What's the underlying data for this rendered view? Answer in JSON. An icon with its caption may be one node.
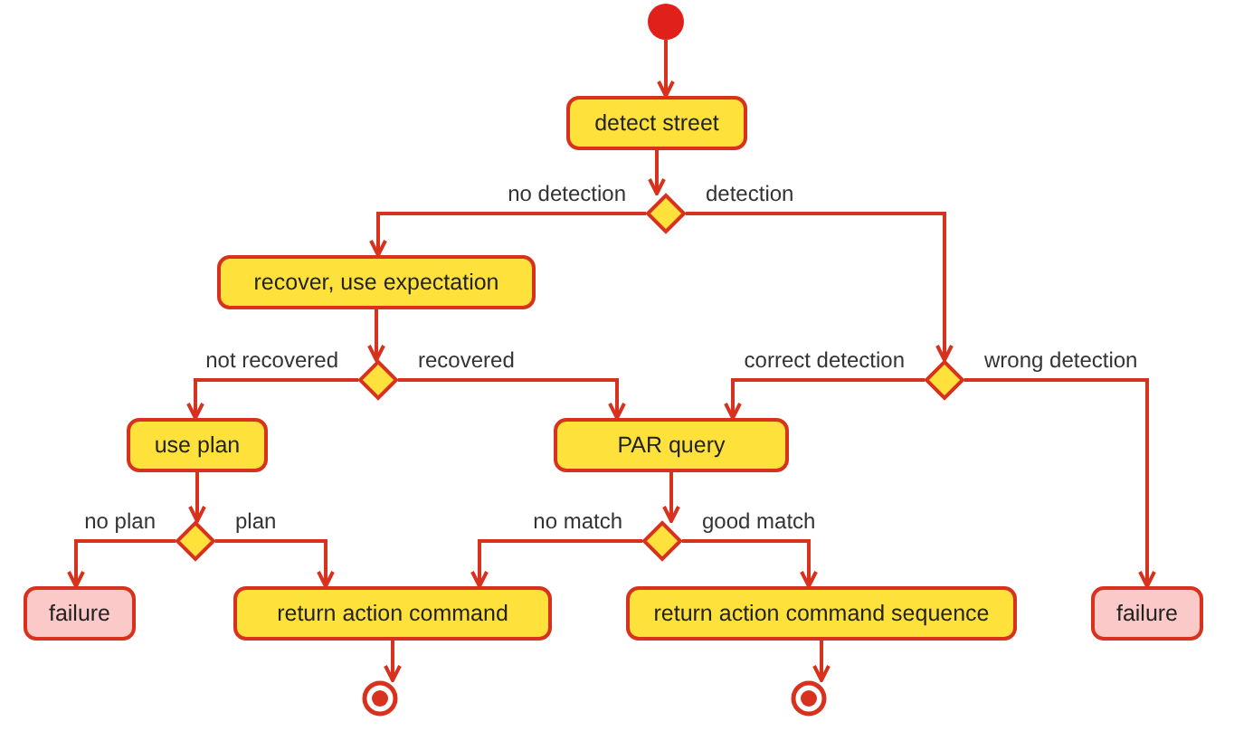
{
  "diagram": {
    "nodes": [
      {
        "text": [],
        "shape": "circle"
      },
      {
        "text": [
          "detect street"
        ]
      },
      {
        "text": [],
        "shape": "diamond"
      },
      {
        "text": [
          "recover, use expectation"
        ]
      },
      {
        "text": [],
        "shape": "diamond"
      },
      {
        "text": [],
        "shape": "diamond"
      },
      {
        "text": [
          "use plan"
        ]
      },
      {
        "text": [
          "PAR query"
        ]
      },
      {
        "text": [],
        "shape": "diamond"
      },
      {
        "text": [],
        "shape": "diamond"
      },
      {
        "text": [
          "failure"
        ]
      },
      {
        "text": [
          "return action command"
        ]
      },
      {
        "text": [
          "return action command sequence"
        ]
      },
      {
        "text": [
          "failure"
        ]
      },
      {
        "text": [],
        "shape": "circle"
      },
      {
        "text": [],
        "shape": "circle"
      }
    ],
    "edges": [
      {
        "from": 0,
        "to": 1,
        "arrow": "to"
      },
      {
        "from": 1,
        "to": 2,
        "arrow": "to"
      },
      {
        "from": 2,
        "to": 3,
        "arrow": "to",
        "label": "no detection"
      },
      {
        "from": 2,
        "to": 5,
        "arrow": "to",
        "label": "detection"
      },
      {
        "from": 3,
        "to": 4,
        "arrow": "to"
      },
      {
        "from": 4,
        "to": 6,
        "arrow": "to",
        "label": "not recovered"
      },
      {
        "from": 4,
        "to": 7,
        "arrow": "to",
        "label": "recovered"
      },
      {
        "from": 5,
        "to": 7,
        "arrow": "to",
        "label": "correct detection"
      },
      {
        "from": 5,
        "to": 13,
        "arrow": "to",
        "label": "wrong detection"
      },
      {
        "from": 6,
        "to": 8,
        "arrow": "to"
      },
      {
        "from": 7,
        "to": 9,
        "arrow": "to"
      },
      {
        "from": 8,
        "to": 10,
        "arrow": "to",
        "label": "no plan"
      },
      {
        "from": 8,
        "to": 11,
        "arrow": "to",
        "label": "plan"
      },
      {
        "from": 9,
        "to": 11,
        "arrow": "to",
        "label": "no match"
      },
      {
        "from": 9,
        "to": 12,
        "arrow": "to",
        "label": "good match"
      },
      {
        "from": 11,
        "to": 14,
        "arrow": "to"
      },
      {
        "from": 12,
        "to": 15,
        "arrow": "to"
      }
    ]
  }
}
